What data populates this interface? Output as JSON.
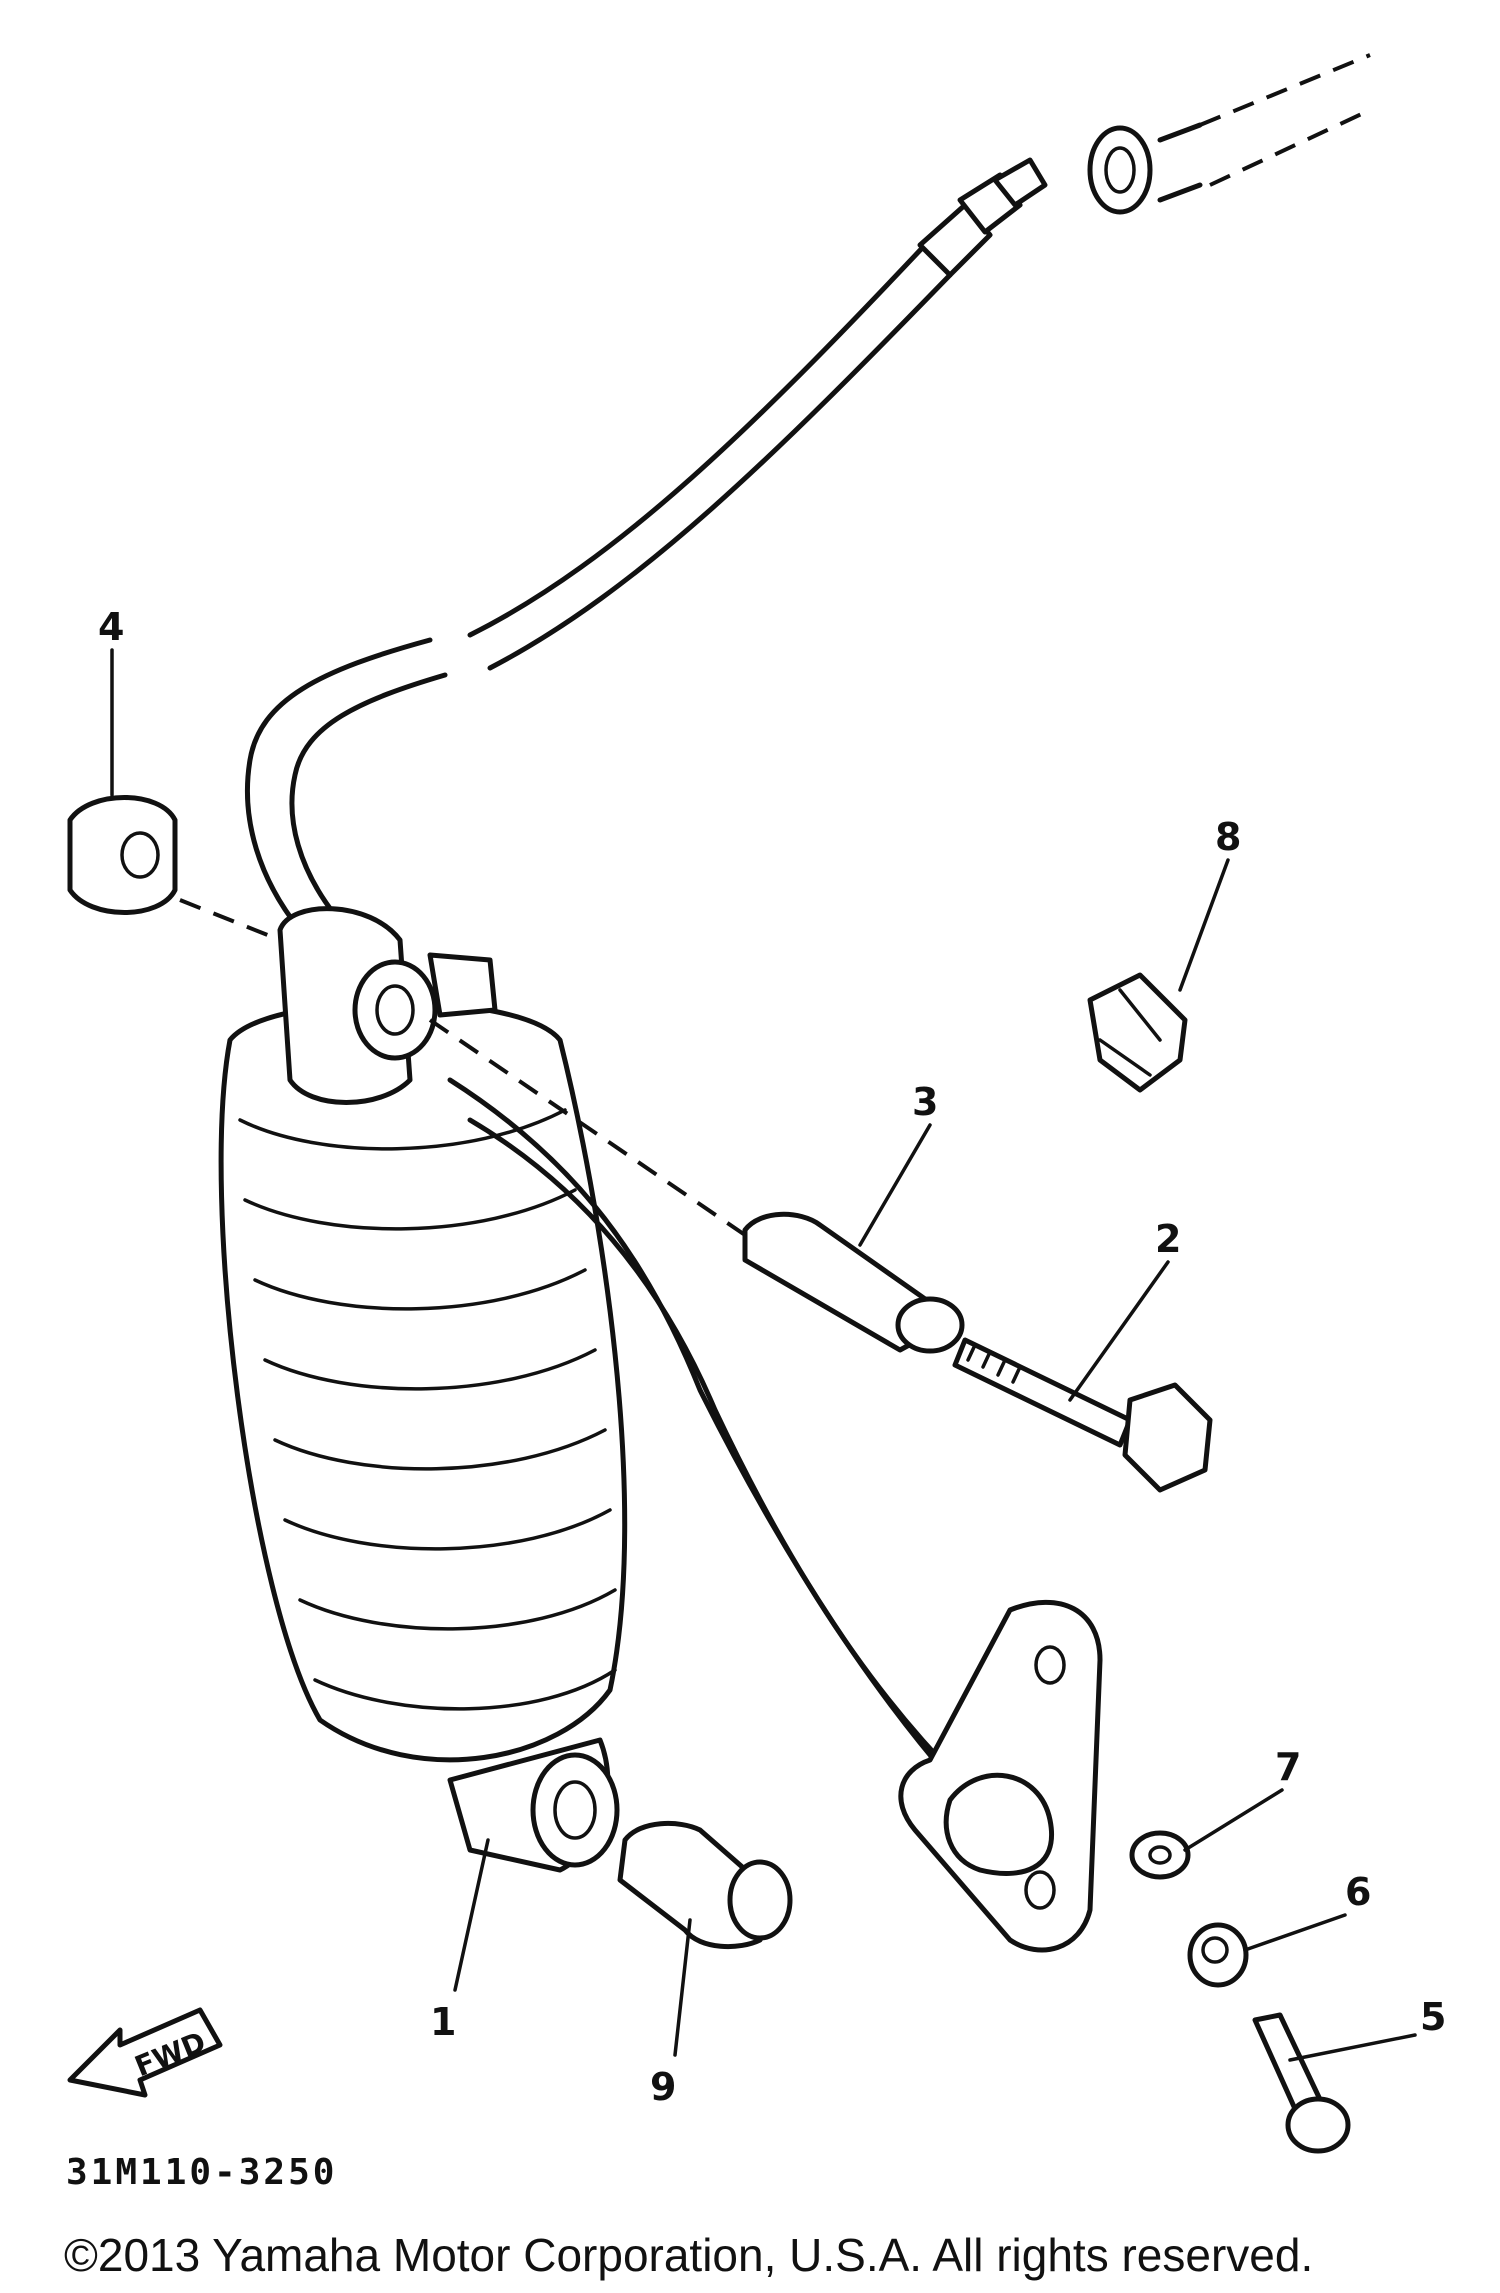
{
  "diagram": {
    "callouts": {
      "c1": "1",
      "c2": "2",
      "c3": "3",
      "c4": "4",
      "c5": "5",
      "c6": "6",
      "c7": "7",
      "c8": "8",
      "c9": "9"
    },
    "fwd_label": "FWD",
    "part_code": "31M110-3250"
  },
  "footer": {
    "copyright": "©2013 Yamaha Motor Corporation, U.S.A. All rights reserved."
  }
}
